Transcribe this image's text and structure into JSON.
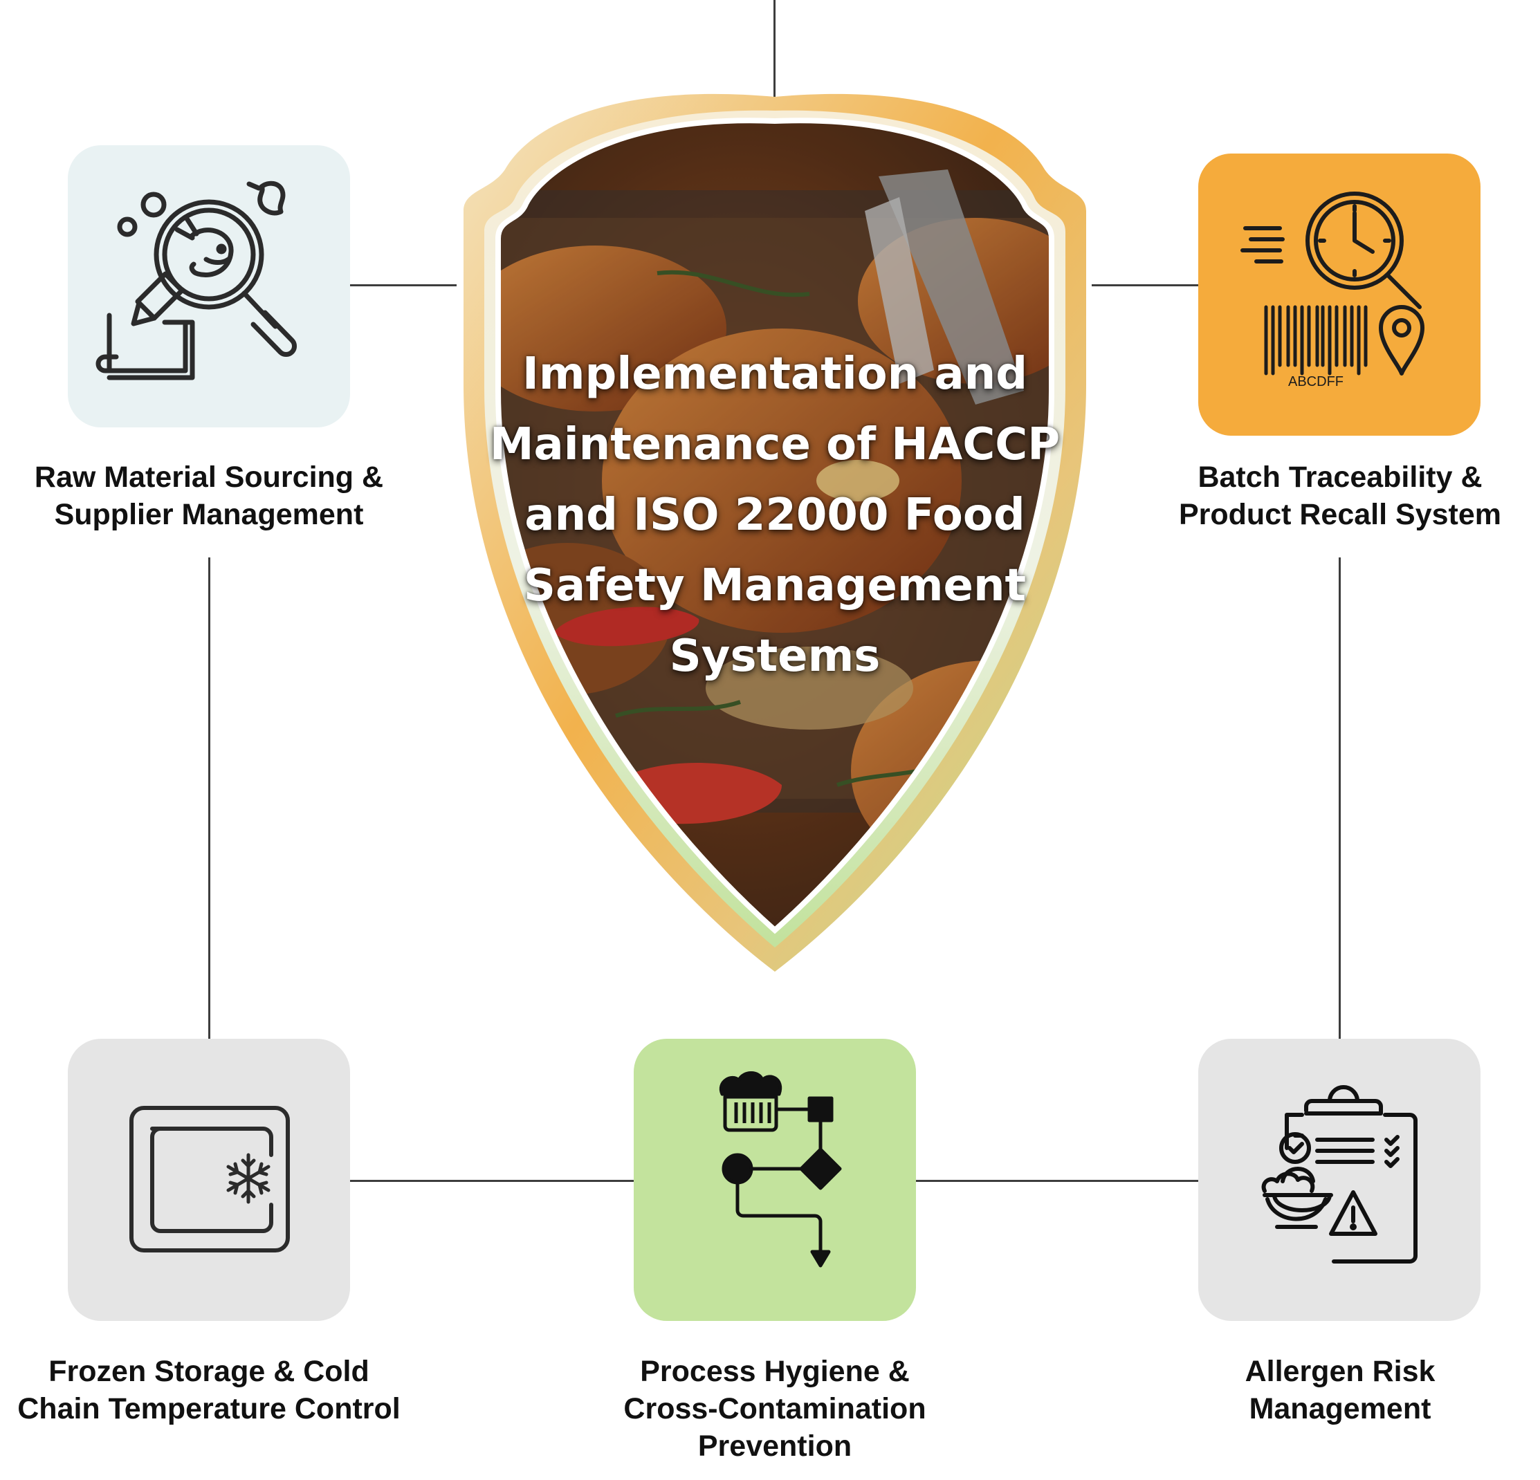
{
  "center": {
    "title_lines": [
      "Implementation and",
      "Maintenance of HACCP",
      "and ISO 22000 Food",
      "Safety Management",
      "Systems"
    ]
  },
  "nodes": {
    "raw_material": {
      "line1": "Raw Material Sourcing &",
      "line2": "Supplier Management",
      "icon": "inspection-magnifier-shrimp-icon",
      "color": "#e9f2f3"
    },
    "traceability": {
      "line1": "Batch Traceability &",
      "line2": "Product Recall System",
      "icon": "clock-barcode-location-icon",
      "color": "#f5ab3c",
      "barcode_text": "ABCDFF"
    },
    "frozen_storage": {
      "line1": "Frozen Storage & Cold",
      "line2": "Chain Temperature Control",
      "icon": "freezer-snowflake-icon",
      "color": "#e5e5e5"
    },
    "process_hygiene": {
      "line1": "Process Hygiene &",
      "line2": "Cross-Contamination Prevention",
      "icon": "chef-hat-flowchart-icon",
      "color": "#c3e39d"
    },
    "allergen": {
      "line1": "Allergen Risk",
      "line2": "Management",
      "icon": "clipboard-food-warning-icon",
      "color": "#e5e5e5"
    }
  },
  "colors": {
    "connector": "#3d3d3d",
    "shield_gold": "#f2b14a",
    "shield_green": "#b9de91"
  }
}
